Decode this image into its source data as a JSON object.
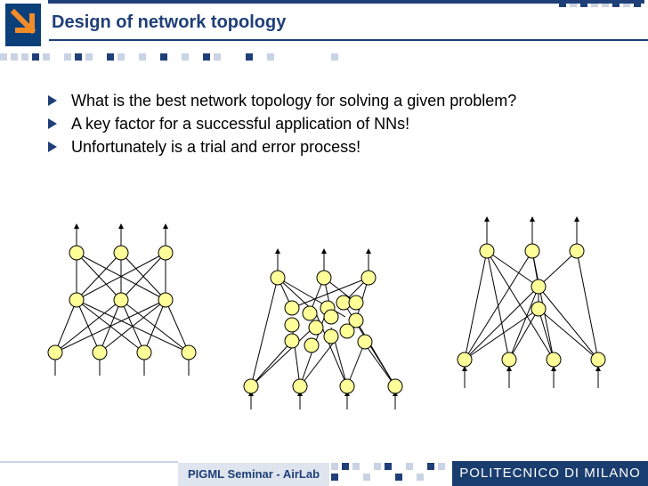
{
  "slide": {
    "title": "Design of network topology",
    "bullets": [
      "What is the best network topology for solving a given problem?",
      "A key factor for a successful application of NNs!",
      "Unfortunately is a trial and error process!"
    ]
  },
  "footer": {
    "seminar": "PIGML Seminar - AirLab",
    "institution": "POLITECNICO DI MILANO"
  },
  "colors": {
    "accent": "#1f3f78",
    "node_fill": "#ffff99",
    "logo_arrow": "#f28c28"
  }
}
